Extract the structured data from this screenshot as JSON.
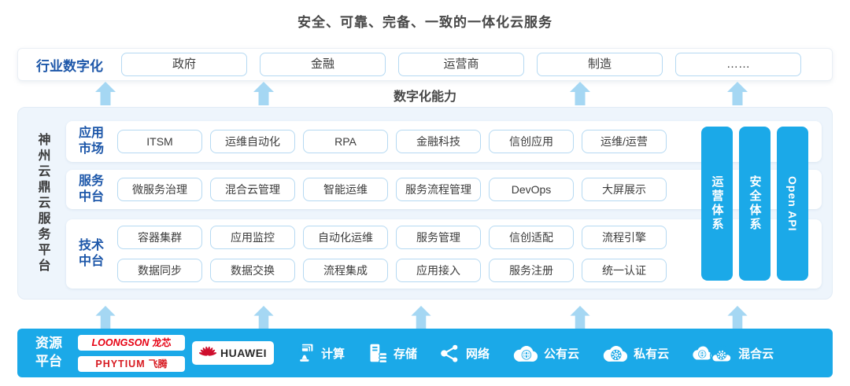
{
  "title": "安全、可靠、完备、一致的一体化云服务",
  "industry": {
    "label": "行业数字化",
    "items": [
      "政府",
      "金融",
      "运营商",
      "制造",
      "……"
    ]
  },
  "capability_label": "数字化能力",
  "platform": {
    "side_label": "神州云鼎云服务平台",
    "app_market": {
      "label": "应用市场",
      "items": [
        "ITSM",
        "运维自动化",
        "RPA",
        "金融科技",
        "信创应用",
        "运维/运营"
      ]
    },
    "service_mid": {
      "label": "服务中台",
      "items": [
        "微服务治理",
        "混合云管理",
        "智能运维",
        "服务流程管理",
        "DevOps",
        "大屏展示"
      ]
    },
    "tech_mid": {
      "label": "技术中台",
      "row1": [
        "容器集群",
        "应用监控",
        "自动化运维",
        "服务管理",
        "信创适配",
        "流程引擎"
      ],
      "row2": [
        "数据同步",
        "数据交换",
        "流程集成",
        "应用接入",
        "服务注册",
        "统一认证"
      ]
    },
    "pillars": [
      "运营体系",
      "安全体系",
      "Open API"
    ]
  },
  "resource": {
    "label": "资源平台",
    "vendors": {
      "loongson": {
        "en": "LOONGSON",
        "zh": "龙芯"
      },
      "phytium": {
        "en": "PHYTIUM",
        "zh": "飞腾"
      },
      "huawei": "HUAWEI"
    },
    "capabilities": [
      "计算",
      "存储",
      "网络",
      "公有云",
      "私有云",
      "混合云"
    ]
  },
  "colors": {
    "accent_blue": "#1ba9e8",
    "label_blue": "#1d57a9",
    "arrow_blue": "#a5d7f3",
    "box_border": "#b5d9f2",
    "platform_bg": "#eef5fc",
    "loongson_red": "#e60012",
    "phytium_red": "#d71a21",
    "huawei_red": "#ce0e2d",
    "text_dark": "#474747"
  }
}
